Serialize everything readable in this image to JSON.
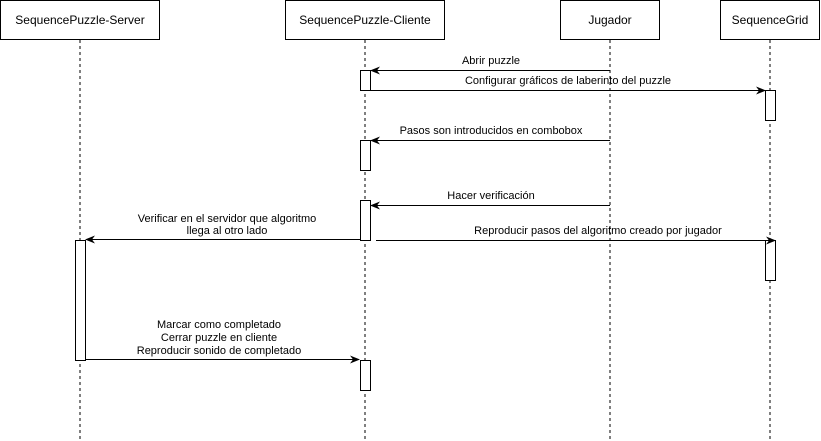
{
  "participants": {
    "server": "SequencePuzzle-Server",
    "cliente": "SequencePuzzle-Cliente",
    "jugador": "Jugador",
    "grid": "SequenceGrid"
  },
  "messages": {
    "m1": "Abrir puzzle",
    "m2": "Configurar gráficos de laberinto del puzzle",
    "m3": "Pasos son introducidos en combobox",
    "m4": "Hacer verificación",
    "m5_line1": "Verificar en el servidor que algoritmo",
    "m5_line2": "llega al otro lado",
    "m6": "Reproducir pasos del algoritmo creado por jugador",
    "m7_line1": "Marcar como completado",
    "m7_line2": "Cerrar puzzle en cliente",
    "m7_line3": "Reproducir sonido de completado"
  }
}
